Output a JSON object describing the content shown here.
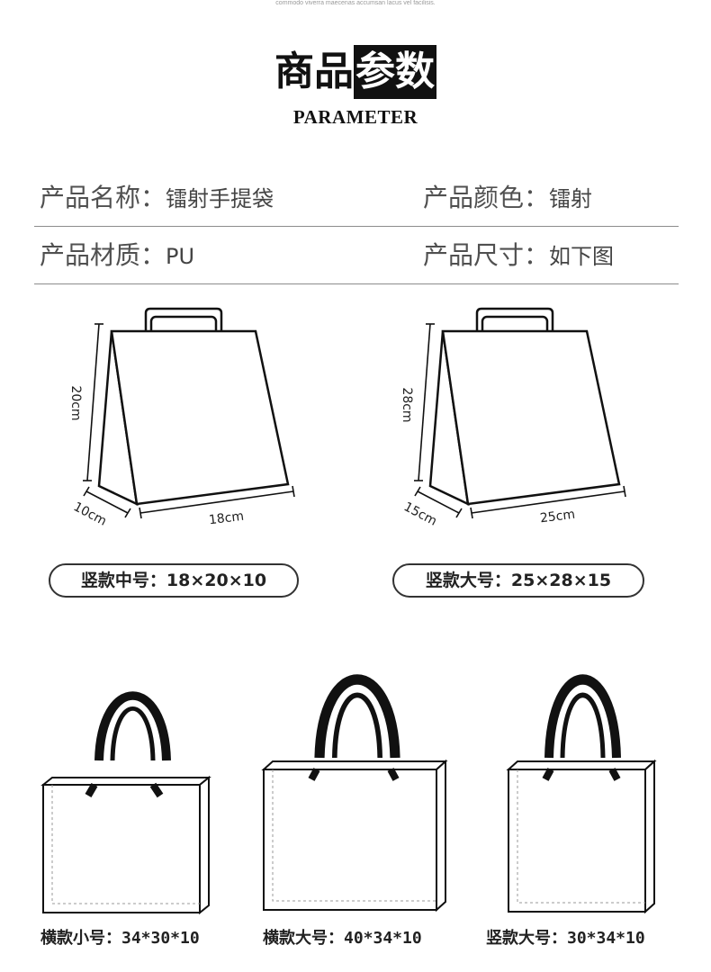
{
  "top_text": "commodo viverra maecenas accumsan lacus vel facilisis.",
  "header": {
    "title_part1": "商品",
    "title_part2": "参数",
    "subtitle": "PARAMETER"
  },
  "params": {
    "name_label": "产品名称：",
    "name_value": "镭射手提袋",
    "color_label": "产品颜色：",
    "color_value": "镭射",
    "material_label": "产品材质：",
    "material_value": "PU",
    "size_label": "产品尺寸：",
    "size_value": "如下图"
  },
  "diagrams": {
    "medium": {
      "height": "20cm",
      "depth": "10cm",
      "width": "18cm",
      "label": "竖款中号：18×20×10"
    },
    "large": {
      "height": "28cm",
      "depth": "15cm",
      "width": "25cm",
      "label": "竖款大号：25×28×15"
    }
  },
  "bags": {
    "small_horizontal": "横款小号：34*30*10",
    "large_horizontal": "横款大号：40*34*10",
    "large_vertical": "竖款大号：30*34*10"
  },
  "colors": {
    "ink": "#111111",
    "rule": "#8c8c8c",
    "text": "#444444"
  }
}
